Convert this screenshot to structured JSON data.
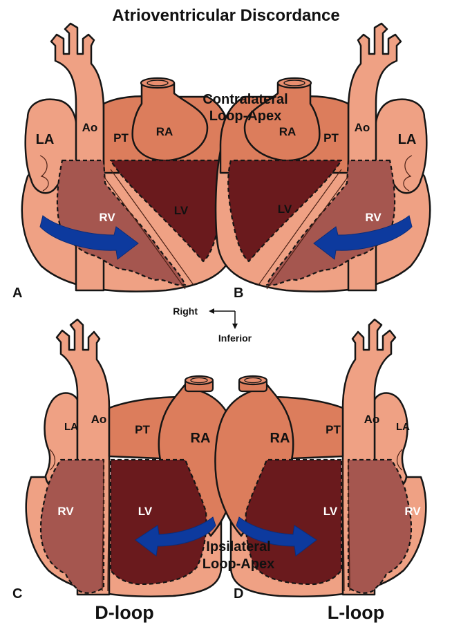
{
  "title": "Atrioventricular Discordance",
  "notes": {
    "contralateral_line1": "Contralateral",
    "contralateral_line2": "Loop-Apex",
    "ipsilateral_line1": "Ipsilateral",
    "ipsilateral_line2": "Loop-Apex"
  },
  "orientation": {
    "horizontal": "Right",
    "vertical": "Inferior"
  },
  "panels": {
    "A": {
      "letter": "A",
      "labels": {
        "la": "LA",
        "ao": "Ao",
        "pt": "PT",
        "ra": "RA",
        "rv": "RV",
        "lv": "LV"
      }
    },
    "B": {
      "letter": "B",
      "labels": {
        "la": "LA",
        "ao": "Ao",
        "pt": "PT",
        "ra": "RA",
        "rv": "RV",
        "lv": "LV"
      }
    },
    "C": {
      "letter": "C",
      "labels": {
        "la": "LA",
        "ao": "Ao",
        "pt": "PT",
        "ra": "RA",
        "rv": "RV",
        "lv": "LV"
      }
    },
    "D": {
      "letter": "D",
      "labels": {
        "la": "LA",
        "ao": "Ao",
        "pt": "PT",
        "ra": "RA",
        "rv": "RV",
        "lv": "LV"
      }
    }
  },
  "loops": {
    "left": "D-loop",
    "right": "L-loop"
  },
  "colors": {
    "background": "#ffffff",
    "heart_light": "#efa184",
    "heart_mid": "#dc7d5c",
    "right_ventricle": "#a5564f",
    "left_ventricle": "#6a1a1d",
    "arrow": "#0d3a9e"
  }
}
